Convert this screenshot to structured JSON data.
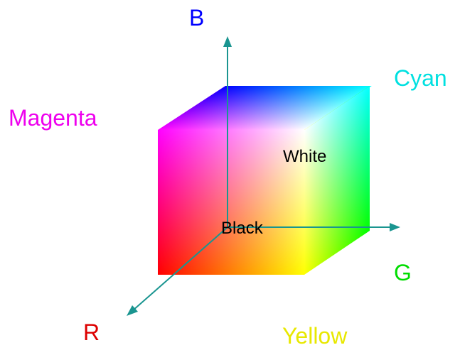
{
  "diagram": {
    "labels": {
      "blue_axis": "B",
      "green_axis": "G",
      "red_axis": "R",
      "cyan": "Cyan",
      "magenta": "Magenta",
      "yellow": "Yellow",
      "white": "White",
      "black": "Black"
    },
    "colors": {
      "red": "#ff0000",
      "green": "#00ff00",
      "blue": "#0000ff",
      "cyan": "#00ffff",
      "magenta": "#ff00ff",
      "yellow": "#ffff00",
      "white": "#ffffff",
      "black": "#000000",
      "axis": "#1a9590",
      "label_blue": "#0000ff",
      "label_green": "#00dd00",
      "label_red": "#dd0000",
      "label_cyan": "#00e0e0",
      "label_magenta": "#ee00ee",
      "label_yellow": "#e8e800"
    }
  }
}
